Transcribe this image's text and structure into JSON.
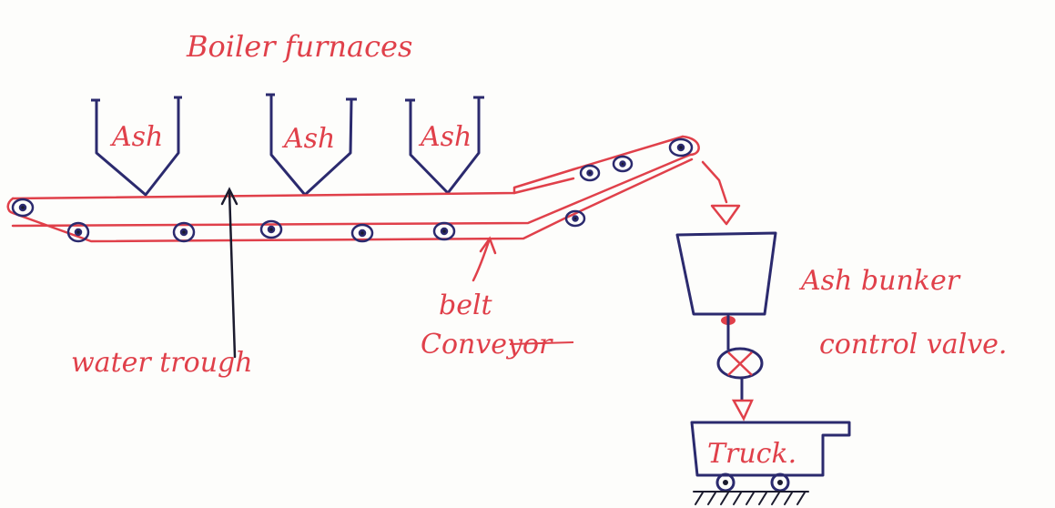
{
  "colors": {
    "red": "#e0404a",
    "blue": "#2b2a6e",
    "dark": "#1b1b2e",
    "paper": "#fdfdfb"
  },
  "labels": {
    "boiler_furnaces": "Boiler furnaces",
    "hopper_1": "Ash",
    "hopper_2": "Ash",
    "hopper_3": "Ash",
    "belt_conveyor_line1": "belt",
    "belt_conveyor_line2": "Conveyor",
    "water_trough": "water trough",
    "ash_bunker": "Ash bunker",
    "control_valve": "control valve.",
    "truck": "Truck."
  }
}
